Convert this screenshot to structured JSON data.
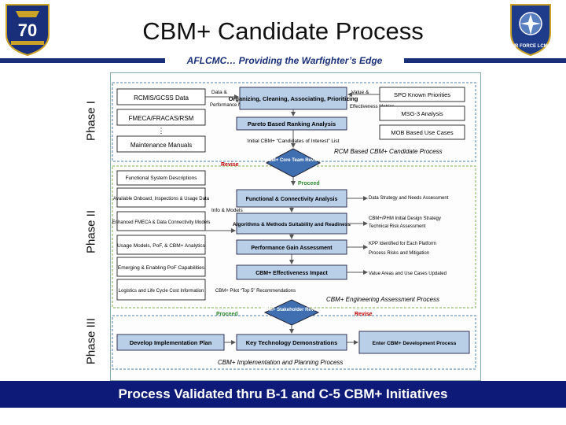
{
  "header": {
    "title": "CBM+ Candidate Process",
    "subtitle": "AFLCMC… Providing the Warfighter’s Edge",
    "logo_left": {
      "number": "70"
    },
    "logo_right": {
      "text": "AIR FORCE LCMC"
    }
  },
  "phases": [
    "Phase I",
    "Phase II",
    "Phase III"
  ],
  "diagram": {
    "phase1": {
      "inputs": [
        "RCMIS/GCSS Data",
        "FMECA/FRACAS/RSM",
        "Maintenance Manuals"
      ],
      "dots": "⋮",
      "data_label": "Data &",
      "perf_label": "Performance Metrics",
      "value_label": "Value &",
      "effect_label": "Effectiveness Metrics",
      "center_top": "Organizing, Cleaning, Associating, Prioritizing",
      "center_mid": "Pareto Based Ranking Analysis",
      "right_boxes": [
        "SPO Known Priorities",
        "MSG-3 Analysis",
        "MOB Based Use Cases"
      ],
      "initial_list": "Initial CBM+ “Candidates of Interest” List",
      "rcm_label": "RCM Based CBM+ Candidate Process",
      "core_review": "CBM+ Core Team Review",
      "revise": "Revise",
      "proceed": "Proceed"
    },
    "phase2": {
      "inputs": [
        "Functional System Descriptions",
        "Available Onboard, Inspections & Usage Data",
        "Enhanced FMECA & Data Connectivity Models",
        "Usage Models, PoF, & CBM+ Analytics",
        "Emerging & Enabling PoF Capabilities",
        "Logistics and Life Cycle Cost Information"
      ],
      "info_label": "Info & Models",
      "center_boxes": [
        "Functional & Connectivity Analysis",
        "Algorithms & Methods Suitability and Readiness",
        "Performance Gain Assessment",
        "CBM+ Effectiveness Impact"
      ],
      "outputs": [
        "Data Strategy and Needs Assessment",
        "CBM+/PHM Initial Design Strategy",
        "Technical Risk Assessment",
        "KPP Identified for Each Platform",
        "Process Risks and Mitigation",
        "Value Areas and Use Cases Updated"
      ],
      "pilot_label": "CBM+ Pilot “Top 5” Recommendations",
      "process_label": "CBM+ Engineering Assessment Process"
    },
    "phase3": {
      "stakeholder_review": "CBM+ Stakeholder Review",
      "proceed": "Proceed",
      "revise": "Revise",
      "boxes": [
        "Develop Implementation Plan",
        "Key Technology Demonstrations",
        "Enter CBM+ Development Process"
      ],
      "process_label": "CBM+ Implementation and Planning Process"
    }
  },
  "footer": {
    "text": "Process Validated thru B-1 and C-5 CBM+ Initiatives"
  },
  "colors": {
    "navy": "#0e1a78",
    "box_blue": "#b9cfe8",
    "revise": "#c00000",
    "proceed": "#2d8a2d",
    "phase_border": "#4a7fb0",
    "phase2_border": "#7fb04a"
  }
}
